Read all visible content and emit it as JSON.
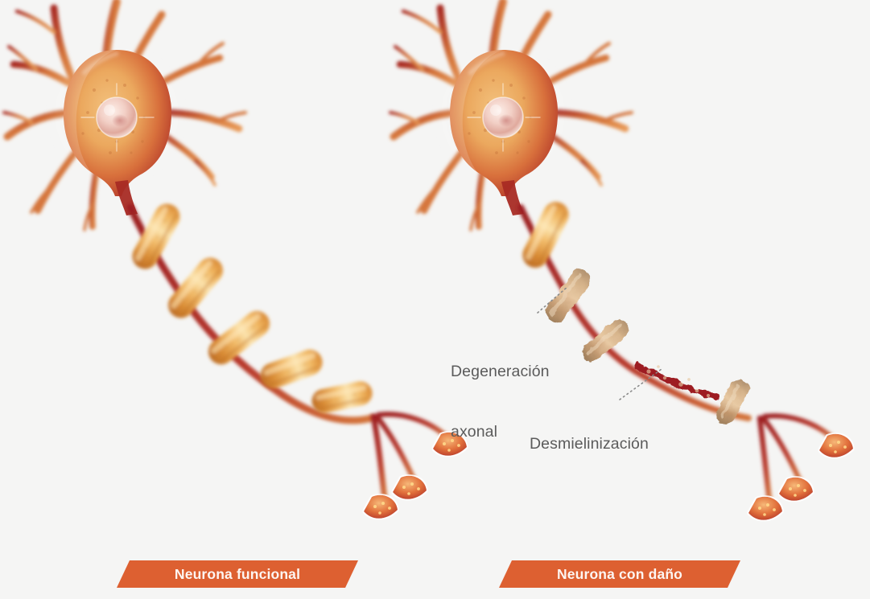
{
  "page": {
    "background_color": "#f5f5f4",
    "title": "Comparacion de neurona funcional y neurona con dano"
  },
  "annotations": [
    {
      "id": "degeneracion-axonal",
      "line1": "Degeneración",
      "line2": "axonal",
      "text_color": "#5b5b5b",
      "leader": "dotted"
    },
    {
      "id": "desmielinizacion",
      "line1": "Desmielinización",
      "line2": "",
      "text_color": "#5b5b5b",
      "leader": "dotted"
    }
  ],
  "banners": [
    {
      "id": "healthy",
      "label": "Neurona funcional",
      "background_color": "#dd6031",
      "text_color": "#fdf6f2"
    },
    {
      "id": "damaged",
      "label": "Neurona con daño",
      "background_color": "#dd6031",
      "text_color": "#fdf6f2"
    }
  ],
  "diagram": {
    "type": "biological-illustration",
    "subject": "neuron",
    "panels": [
      {
        "id": "left-panel",
        "state": "healthy",
        "soma": {
          "fill_outer": "#b8352c",
          "fill_inner": "#e9a15a",
          "nucleus": "#f0cfc6"
        },
        "dendrite_count": 11,
        "myelin_segments": 6,
        "myelin_color": "#e8a44a",
        "axon_color": "#a82b24",
        "terminal_count": 3
      },
      {
        "id": "right-panel",
        "state": "damaged",
        "soma": {
          "fill_outer": "#b8352c",
          "fill_inner": "#e9a15a",
          "nucleus": "#f0cfc6"
        },
        "dendrite_count": 11,
        "myelin_segments_intact": 1,
        "myelin_segments_degraded": 4,
        "degraded_myelin_color": "#b59b78",
        "exposed_axon_color": "#9d1f22",
        "terminal_count": 3
      }
    ],
    "colors": {
      "myelin_light": "#f7d9a0",
      "myelin_mid": "#e8a44a",
      "myelin_dark": "#c87a2e",
      "axon_red": "#a82b24",
      "dendrite_tip": "#e08b4a",
      "terminal_dot": "#ffd98a"
    }
  }
}
